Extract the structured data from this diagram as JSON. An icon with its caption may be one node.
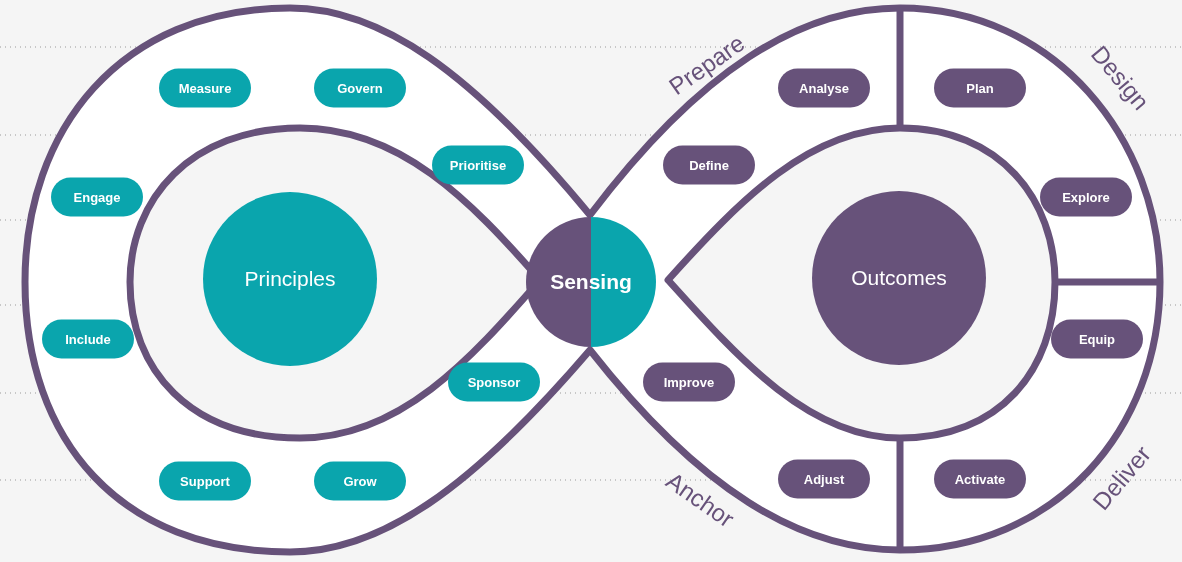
{
  "diagram": {
    "nodes": [
      {
        "text": [
          "Measure"
        ]
      },
      {
        "text": [
          "Govern"
        ]
      },
      {
        "text": [
          "Analyse"
        ]
      },
      {
        "text": [
          "Plan"
        ]
      },
      {
        "text": [
          "Prioritise"
        ]
      },
      {
        "text": [
          "Define"
        ]
      },
      {
        "text": [
          "Engage"
        ]
      },
      {
        "text": [
          "Explore"
        ]
      },
      {
        "text": [
          "Principles"
        ]
      },
      {
        "text": [
          "Sensing"
        ]
      },
      {
        "text": [
          "Outcomes"
        ]
      },
      {
        "text": [
          "Include"
        ]
      },
      {
        "text": [
          "Equip"
        ]
      },
      {
        "text": [
          "Sponsor"
        ]
      },
      {
        "text": [
          "Improve"
        ]
      },
      {
        "text": [
          "Support"
        ]
      },
      {
        "text": [
          "Grow"
        ]
      },
      {
        "text": [
          "Adjust"
        ]
      },
      {
        "text": [
          "Activate"
        ]
      }
    ],
    "edges": [],
    "labels": [
      "Prepare",
      "Design",
      "Anchor",
      "Deliver"
    ]
  }
}
